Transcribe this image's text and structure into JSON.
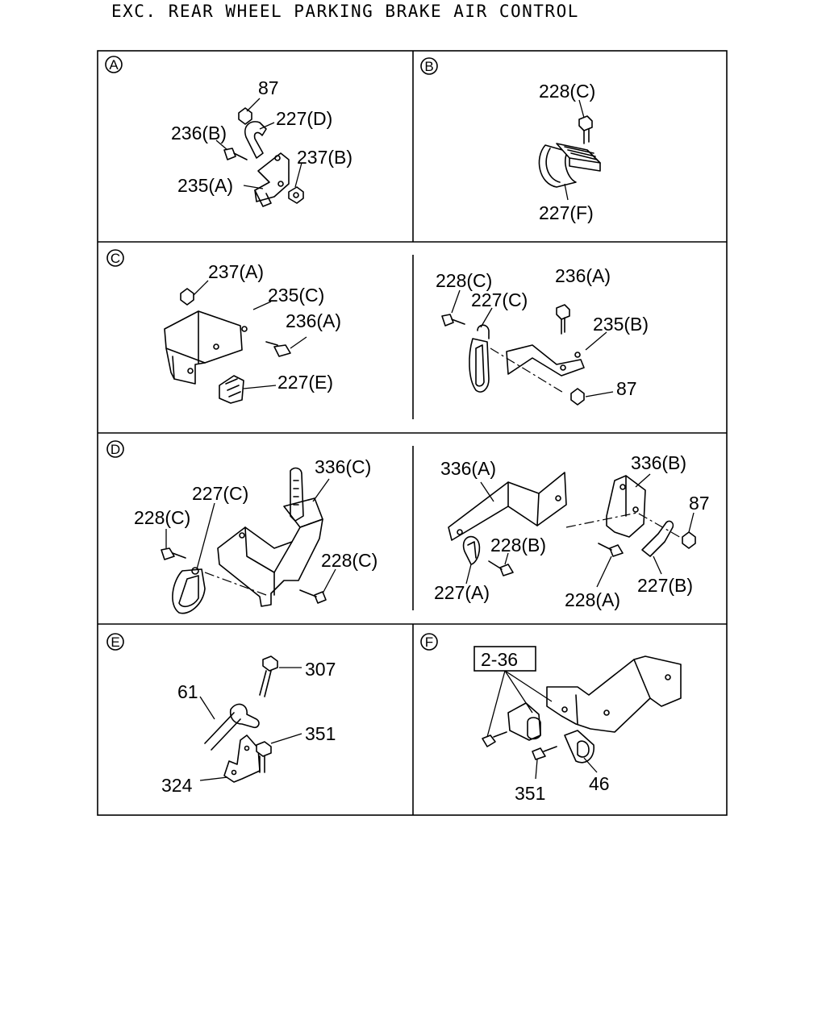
{
  "title": "EXC. REAR WHEEL PARKING BRAKE AIR CONTROL",
  "sections": {
    "A": {
      "badge": "A",
      "labels": [
        "87",
        "227(D)",
        "236(B)",
        "237(B)",
        "235(A)"
      ]
    },
    "B": {
      "badge": "B",
      "labels": [
        "228(C)",
        "227(F)"
      ]
    },
    "C": {
      "badge": "C",
      "labels": [
        "237(A)",
        "235(C)",
        "236(A)",
        "227(E)",
        "228(C)",
        "227(C)",
        "236(A)",
        "235(B)",
        "87"
      ]
    },
    "D": {
      "badge": "D",
      "labels": [
        "336(C)",
        "227(C)",
        "228(C)",
        "228(C)",
        "336(A)",
        "336(B)",
        "87",
        "228(B)",
        "227(A)",
        "228(A)",
        "227(B)"
      ]
    },
    "E": {
      "badge": "E",
      "labels": [
        "307",
        "61",
        "351",
        "324"
      ]
    },
    "F": {
      "badge": "F",
      "labels": [
        "2-36",
        "351",
        "46"
      ]
    }
  }
}
